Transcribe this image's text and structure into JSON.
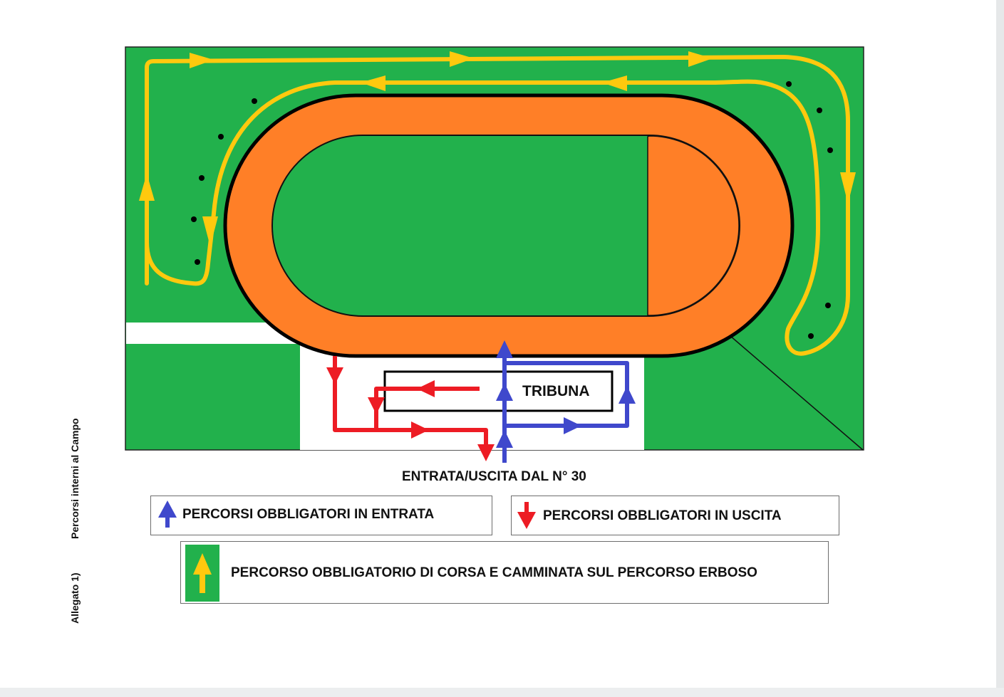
{
  "map": {
    "labels": {
      "tribuna": "TRIBUNA",
      "entrance": "ENTRATA/USCITA DAL N° 30"
    },
    "colors": {
      "grass": "#22b14c",
      "track": "#ff7f27",
      "running_route": "#ffc90e",
      "entry_route": "#3f48cc",
      "exit_route": "#ed1c24",
      "outline": "#000000"
    },
    "features": [
      "green-field",
      "oval-running-track",
      "yellow-grass-route",
      "tribuna-stand",
      "entry-route-blue",
      "exit-route-red",
      "entrance-gate"
    ]
  },
  "side": {
    "title": "Percorsi interni al Campo",
    "attachment": "Allegato 1)"
  },
  "legend": {
    "entry": {
      "label": "PERCORSI OBBLIGATORI IN ENTRATA",
      "icon": "blue-arrow-up-icon"
    },
    "exit": {
      "label": "PERCORSI OBBLIGATORI IN USCITA",
      "icon": "red-arrow-down-icon"
    },
    "running": {
      "label": "PERCORSO OBBLIGATORIO DI CORSA E CAMMINATA SUL PERCORSO ERBOSO",
      "icon": "yellow-arrow-up-icon"
    }
  }
}
